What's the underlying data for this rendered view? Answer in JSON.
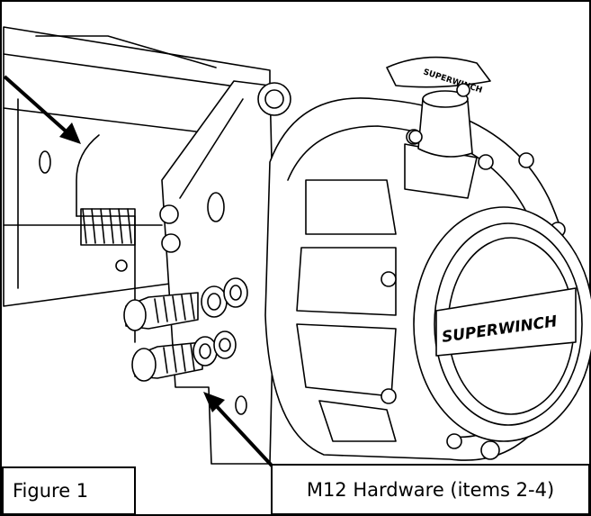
{
  "figure": {
    "caption": "Figure 1",
    "callout": "M12 Hardware (items 2-4)",
    "knob_brand": "SUPERWINCH",
    "cover_brand": "SUPERWINCH"
  },
  "colors": {
    "line": "#000000",
    "background": "#ffffff"
  }
}
